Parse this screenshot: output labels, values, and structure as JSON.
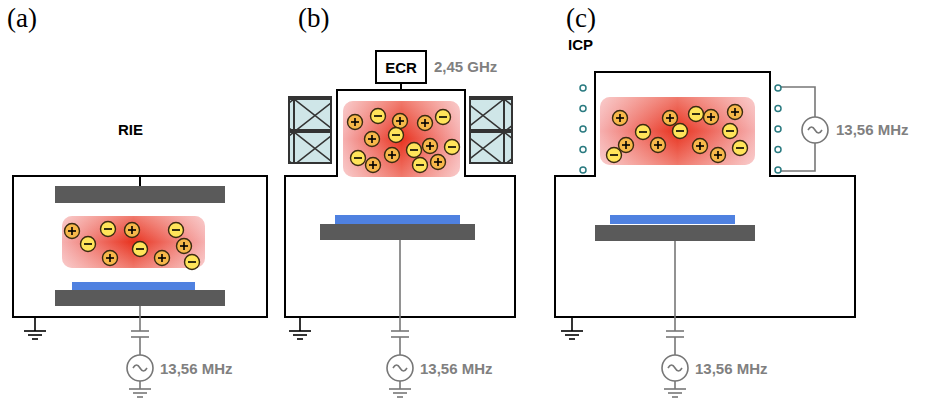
{
  "diagram": {
    "nodes": [
      {
        "text": [
          "ECR"
        ]
      }
    ],
    "labels": [
      "(a)",
      "(b)",
      "(c)",
      "RIE",
      "2,45 GHz",
      "ICP",
      "13,56 MHz",
      "13,56 MHz",
      "13,56 MHz",
      "13,56 MHz"
    ]
  }
}
